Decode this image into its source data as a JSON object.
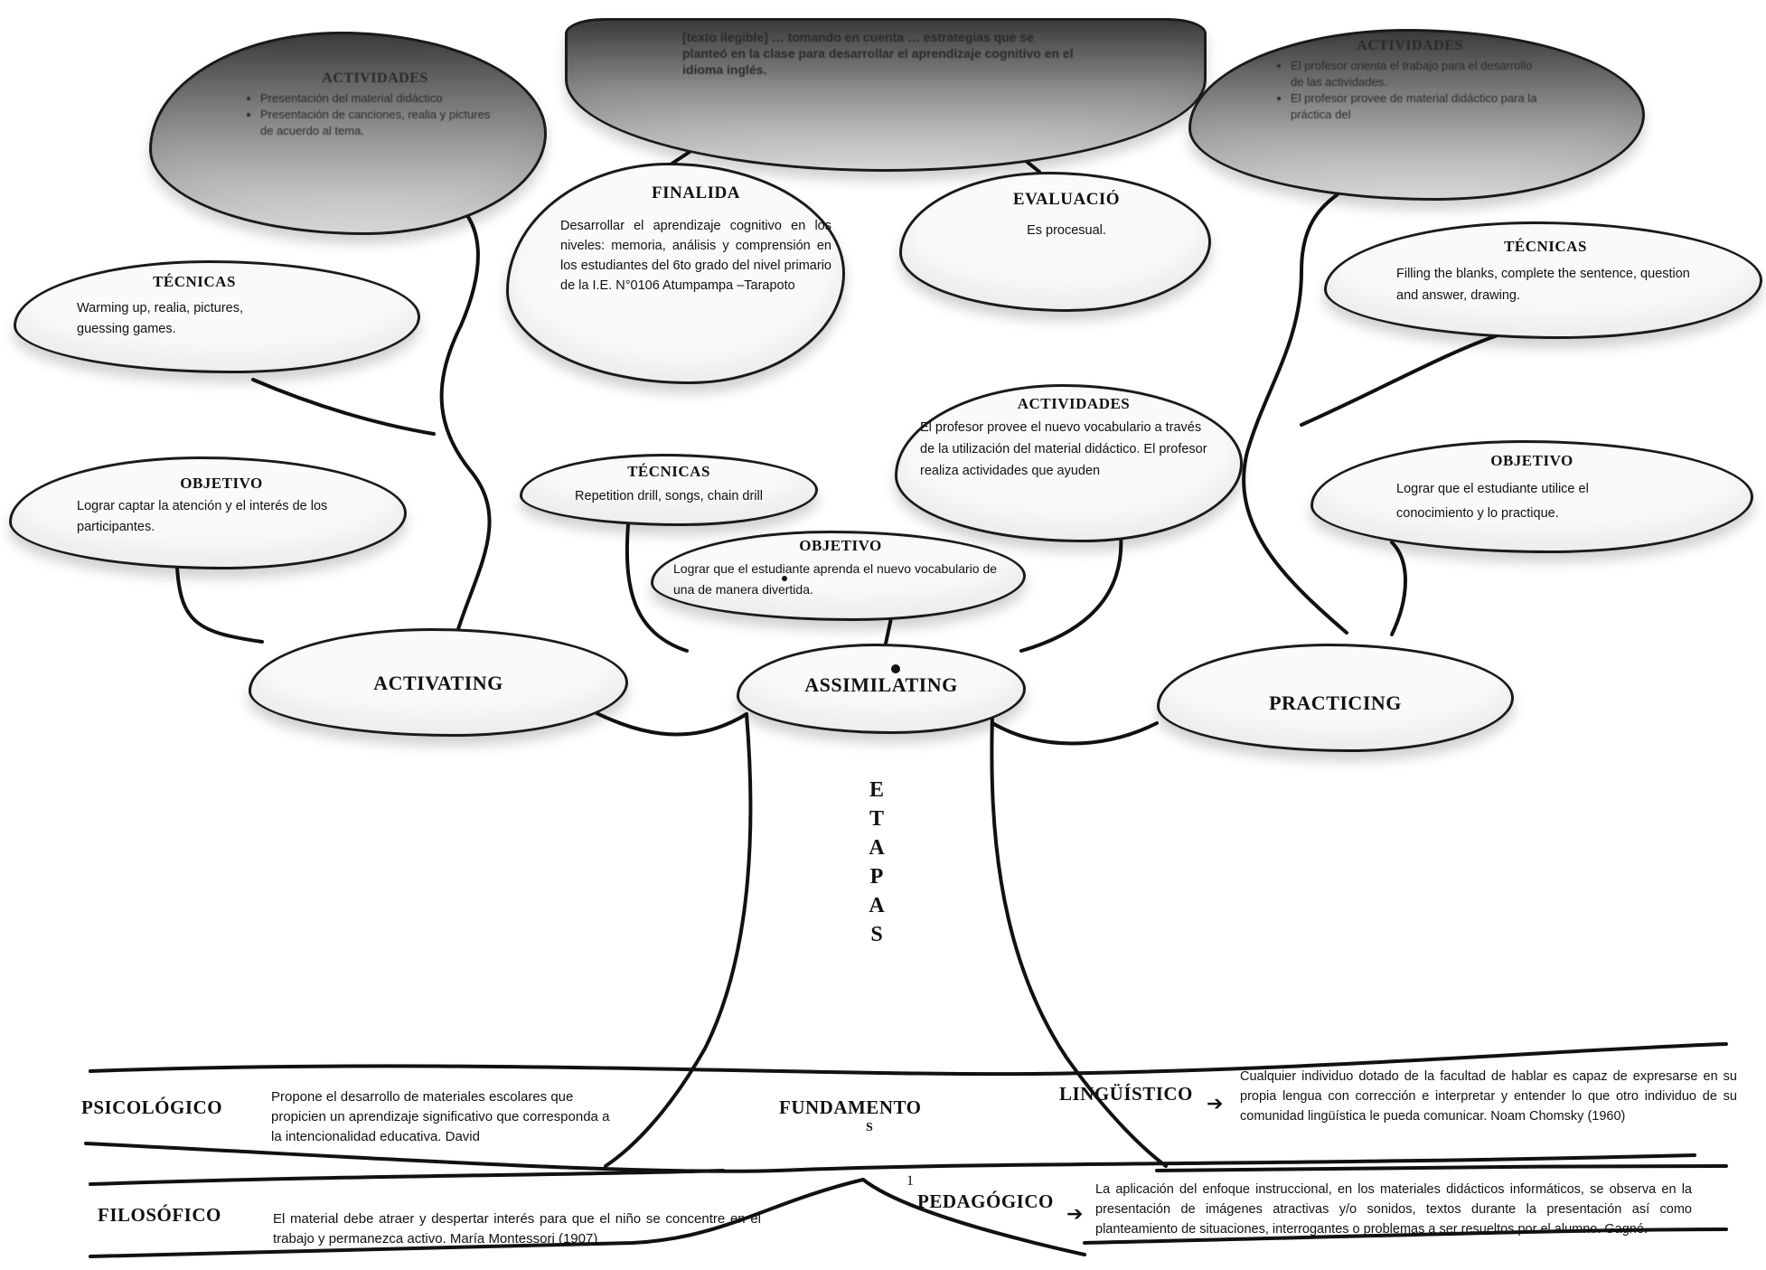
{
  "top_banner": {
    "text": "[texto ilegible] … tomando en cuenta … estrategias que se planteó en la clase para desarrollar el aprendizaje cognitivo en el idioma inglés."
  },
  "clouds": {
    "actividades_left": {
      "title": "ACTIVIDADES",
      "items": [
        "Presentación del material didáctico",
        "Presentación de canciones, realia y pictures de acuerdo al tema."
      ]
    },
    "actividades_right": {
      "title": "ACTIVIDADES",
      "items": [
        "El profesor orienta el trabajo para el desarrollo de las actividades.",
        "El profesor provee de material didáctico para la práctica del"
      ]
    },
    "finalidad": {
      "title": "FINALIDA",
      "text": "Desarrollar el aprendizaje cognitivo en los niveles: memoria, análisis y comprensión en los estudiantes del 6to grado del nivel primario de la I.E. N°0106 Atumpampa –Tarapoto"
    },
    "evaluacion": {
      "title": "EVALUACIÓ",
      "text": "Es procesual."
    },
    "tecnicas_left": {
      "title": "TÉCNICAS",
      "text": "Warming up, realia, pictures, guessing games."
    },
    "tecnicas_right": {
      "title": "TÉCNICAS",
      "text": "Filling the blanks, complete the sentence, question and answer, drawing."
    },
    "objetivo_left": {
      "title": "OBJETIVO",
      "text": "Lograr captar la atención y el interés de los participantes."
    },
    "tecnicas_mid": {
      "title": "TÉCNICAS",
      "text": "Repetition drill, songs, chain drill"
    },
    "actividades_mid": {
      "title": "ACTIVIDADES",
      "text": "El profesor provee el nuevo vocabulario a través de la utilización del material didáctico. El profesor realiza actividades que ayuden"
    },
    "objetivo_mid": {
      "title": "OBJETIVO",
      "text": "Lograr que el estudiante aprenda el nuevo vocabulario de una de manera divertida."
    },
    "objetivo_right": {
      "title": "OBJETIVO",
      "text": "Lograr que el estudiante utilice el conocimiento y lo practique."
    }
  },
  "stages": {
    "activating": "ACTIVATING",
    "assimilating": "ASSIMILATING",
    "practicing": "PRACTICING"
  },
  "trunk_label": [
    "E",
    "T",
    "A",
    "P",
    "A",
    "S"
  ],
  "foundations": {
    "center": "FUNDAMENTO",
    "center_tail": "S",
    "psicologico": {
      "label": "PSICOLÓGICO",
      "text": "Propone el desarrollo de materiales escolares que propicien un aprendizaje significativo que corresponda a la intencionalidad educativa. David"
    },
    "linguistico": {
      "label": "LINGÜÍSTICO",
      "text": "Cualquier individuo dotado de la facultad de hablar es capaz de expresarse en su propia lengua con corrección e interpretar y entender lo que otro individuo de su comunidad lingüística le pueda comunicar. Noam Chomsky (1960)"
    },
    "filosofico": {
      "label": "FILOSÓFICO",
      "text": "El material debe atraer y despertar interés para que el niño se concentre en el trabajo y permanezca activo. María Montessori (1907)"
    },
    "pedagogico": {
      "label": "PEDAGÓGICO",
      "text": "La aplicación del enfoque instruccional, en los materiales didácticos informáticos, se observa en la presentación de imágenes atractivas y/o sonidos, textos durante la presentación así como planteamiento de situaciones, interrogantes o problemas a ser resueltos por el alumno. Gagné."
    },
    "page_number": "1"
  }
}
